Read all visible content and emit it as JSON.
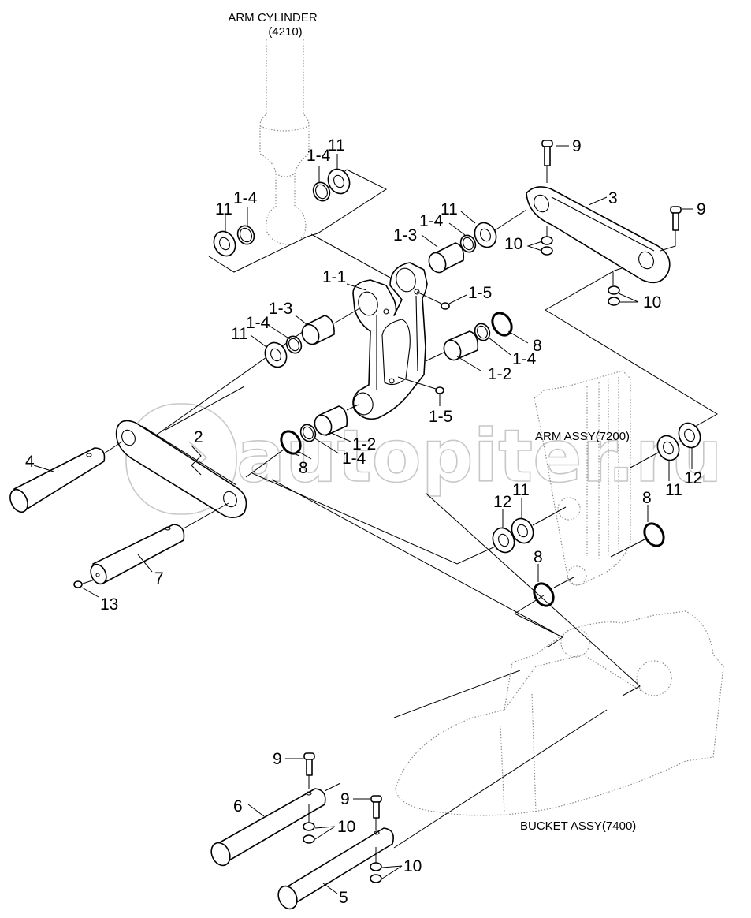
{
  "diagram": {
    "title": "Bucket linkage exploded parts view",
    "assembly_labels": {
      "arm_cylinder_name": "ARM CYLINDER",
      "arm_cylinder_code": "(4210)",
      "arm_assy": "ARM ASSY(7200)",
      "bucket_assy": "BUCKET ASSY(7400)"
    },
    "watermark": "autopiter.ru",
    "callouts": [
      {
        "id": "c1",
        "label": "11"
      },
      {
        "id": "c2",
        "label": "1-4"
      },
      {
        "id": "c3",
        "label": "1-4"
      },
      {
        "id": "c4",
        "label": "11"
      },
      {
        "id": "c5",
        "label": "9"
      },
      {
        "id": "c6",
        "label": "9"
      },
      {
        "id": "c7",
        "label": "3"
      },
      {
        "id": "c8",
        "label": "11"
      },
      {
        "id": "c9",
        "label": "1-4"
      },
      {
        "id": "c10",
        "label": "1-3"
      },
      {
        "id": "c11",
        "label": "10"
      },
      {
        "id": "c12",
        "label": "10"
      },
      {
        "id": "c13",
        "label": "1-1"
      },
      {
        "id": "c14",
        "label": "1-5"
      },
      {
        "id": "c15",
        "label": "1-3"
      },
      {
        "id": "c16",
        "label": "1-4"
      },
      {
        "id": "c17",
        "label": "11"
      },
      {
        "id": "c18",
        "label": "8"
      },
      {
        "id": "c19",
        "label": "1-4"
      },
      {
        "id": "c20",
        "label": "1-2"
      },
      {
        "id": "c21",
        "label": "1-5"
      },
      {
        "id": "c22",
        "label": "2"
      },
      {
        "id": "c23",
        "label": "4"
      },
      {
        "id": "c24",
        "label": "1-2"
      },
      {
        "id": "c25",
        "label": "1-4"
      },
      {
        "id": "c26",
        "label": "8"
      },
      {
        "id": "c27",
        "label": "11"
      },
      {
        "id": "c28",
        "label": "12"
      },
      {
        "id": "c29",
        "label": "12"
      },
      {
        "id": "c30",
        "label": "11"
      },
      {
        "id": "c31",
        "label": "8"
      },
      {
        "id": "c32",
        "label": "8"
      },
      {
        "id": "c33",
        "label": "7"
      },
      {
        "id": "c34",
        "label": "13"
      },
      {
        "id": "c35",
        "label": "9"
      },
      {
        "id": "c36",
        "label": "6"
      },
      {
        "id": "c37",
        "label": "9"
      },
      {
        "id": "c38",
        "label": "10"
      },
      {
        "id": "c39",
        "label": "10"
      },
      {
        "id": "c40",
        "label": "5"
      }
    ]
  }
}
